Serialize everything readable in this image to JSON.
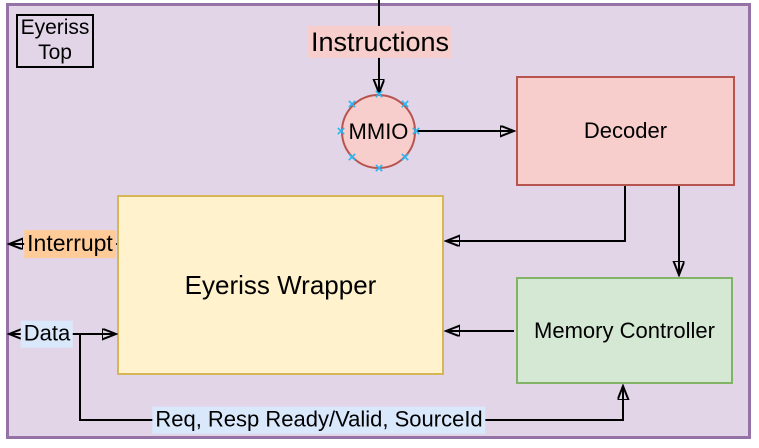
{
  "diagram": {
    "container": {
      "title_line1": "Eyeriss",
      "title_line2": "Top"
    },
    "nodes": {
      "mmio": "MMIO",
      "decoder": "Decoder",
      "eyeriss_wrapper": "Eyeriss Wrapper",
      "memory_controller": "Memory Controller"
    },
    "edge_labels": {
      "instructions": "Instructions",
      "interrupt": "Interrupt",
      "data": "Data",
      "bus": "Req, Resp Ready/Valid, SourceId"
    },
    "colors": {
      "canvas_fill": "#e1d5e7",
      "canvas_stroke": "#9673a6",
      "node_red_fill": "#f8cecc",
      "node_red_stroke": "#b85450",
      "node_yellow_fill": "#fff2cc",
      "node_yellow_stroke": "#d6b656",
      "node_green_fill": "#d5e8d4",
      "node_green_stroke": "#82b366",
      "label_pink": "#f8cecc",
      "label_orange": "#ffcc99",
      "label_blue": "#dae8fc",
      "connector": "#000000",
      "connection_point": "#29b6f2",
      "title_border": "#000000"
    }
  }
}
